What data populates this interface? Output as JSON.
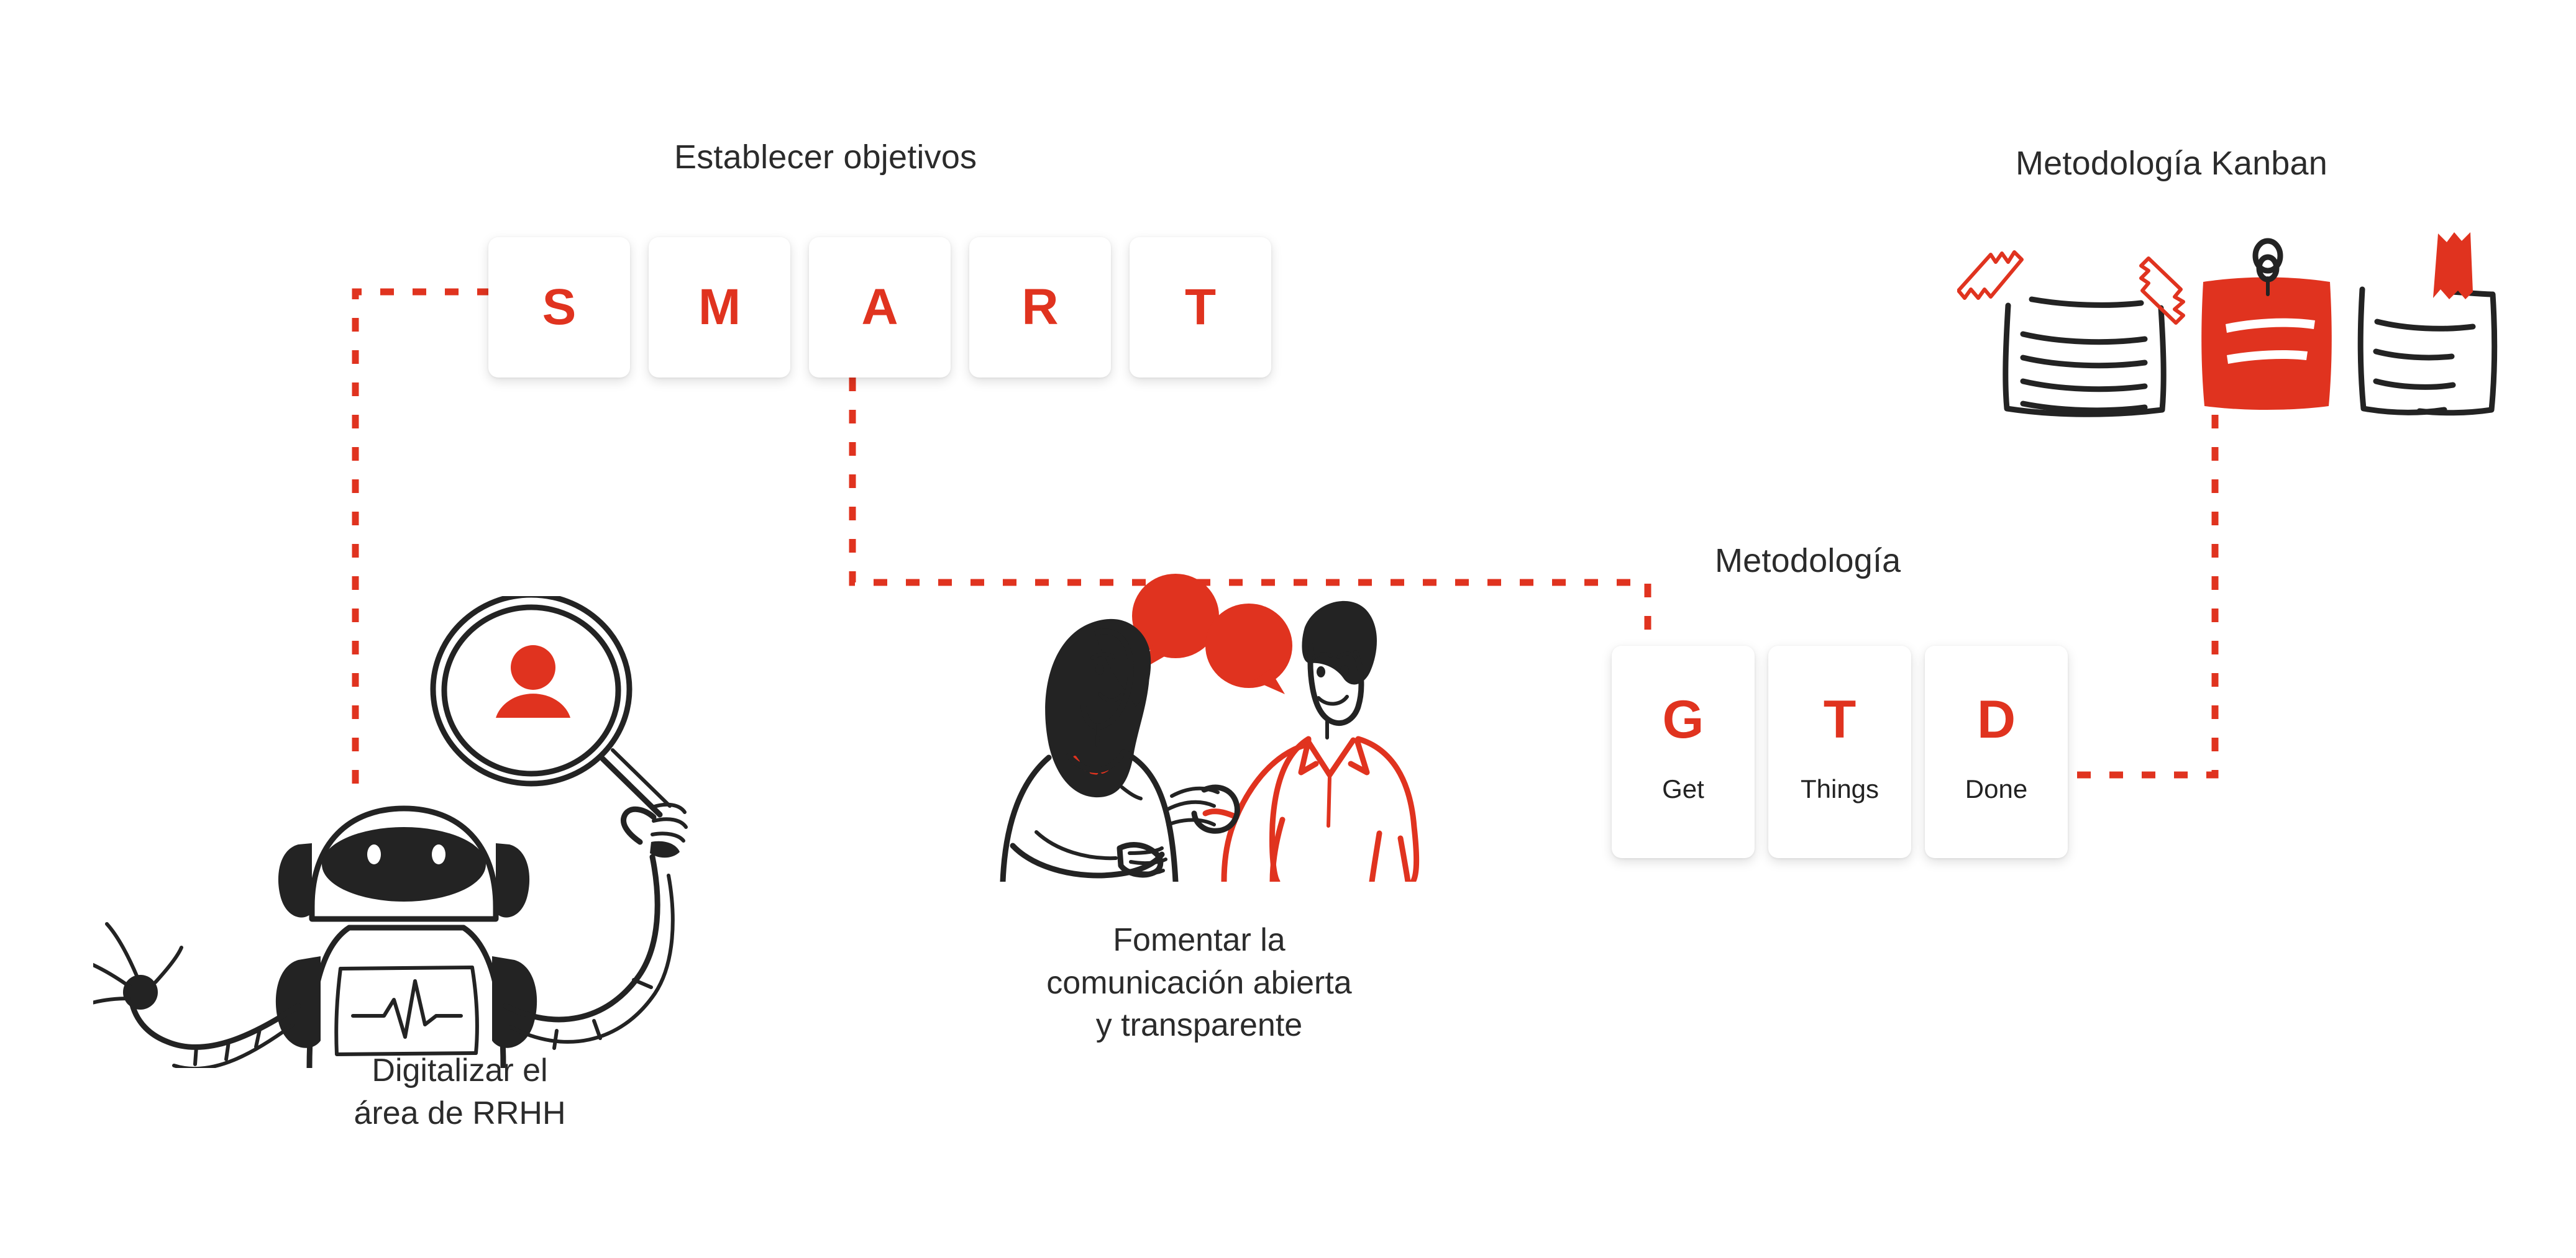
{
  "theme": {
    "background": "#ffffff",
    "accent_red": "#e0331f",
    "ink_black": "#232323",
    "text_dark": "#2b2b2b"
  },
  "headings": {
    "smart": "Establecer objetivos",
    "kanban": "Metodología Kanban",
    "gtd": "Metodología"
  },
  "smart_cards": [
    {
      "letter": "S"
    },
    {
      "letter": "M"
    },
    {
      "letter": "A"
    },
    {
      "letter": "R"
    },
    {
      "letter": "T"
    }
  ],
  "gtd_cards": [
    {
      "letter": "G",
      "word": "Get"
    },
    {
      "letter": "T",
      "word": "Things"
    },
    {
      "letter": "D",
      "word": "Done"
    }
  ],
  "captions": {
    "robot": "Digitalizar el\náreade RRHH",
    "robot_line1": "Digitalizar el",
    "robot_line2": "área de RRHH",
    "people_line1": "Fomentar la",
    "people_line2": "comunicación abierta",
    "people_line3": "y transparente"
  },
  "illustrations": [
    {
      "name": "robot-with-magnifier",
      "alt": "Robot holding a magnifying glass showing a person silhouette"
    },
    {
      "name": "two-people-talking",
      "alt": "Two people talking with red speech bubbles"
    },
    {
      "name": "kanban-sticky-notes",
      "alt": "Three sticky notes, two taped white and one red pinned"
    }
  ],
  "connectors": [
    {
      "name": "smart-to-robot",
      "from": "S card",
      "to": "robot illustration"
    },
    {
      "name": "smart-to-people",
      "from": "A card",
      "to": "people illustration / GTD"
    },
    {
      "name": "kanban-to-gtd",
      "from": "Kanban red note",
      "to": "D card"
    }
  ]
}
